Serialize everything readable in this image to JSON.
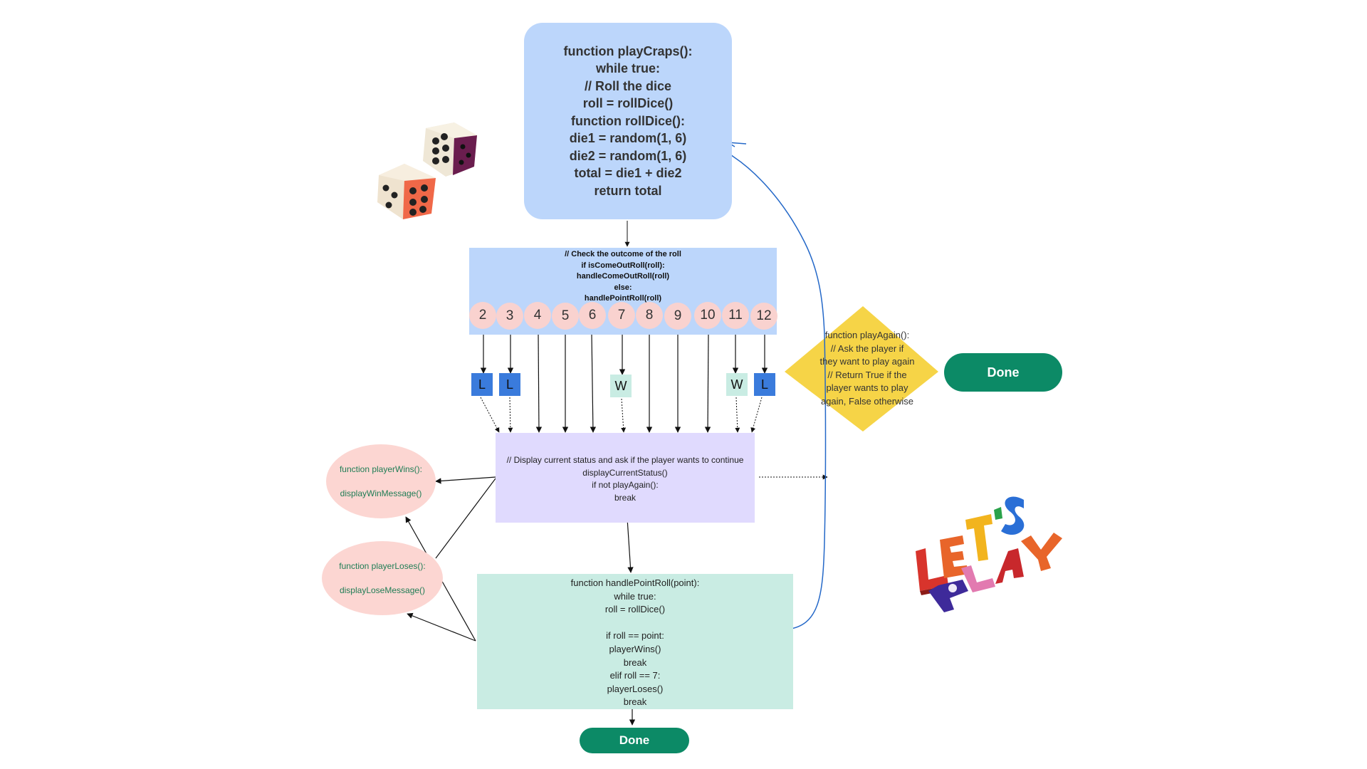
{
  "top_box": {
    "code": "function playCraps():\n    while true:\n        // Roll the dice\n        roll = rollDice()\nfunction rollDice():\n    die1 = random(1, 6)\n    die2 = random(1, 6)\n    total = die1 + die2\n    return total"
  },
  "check_box": {
    "code": "// Check the outcome of the roll\nif isComeOutRoll(roll):\nhandleComeOutRoll(roll)\nelse:\nhandlePointRoll(roll)"
  },
  "roll_numbers": [
    "2",
    "3",
    "4",
    "5",
    "6",
    "7",
    "8",
    "9",
    "10",
    "11",
    "12"
  ],
  "outcome_labels": {
    "roll_2": "L",
    "roll_3": "L",
    "roll_7": "W",
    "roll_11": "W",
    "roll_12": "L"
  },
  "status_box": {
    "code": "// Display current status and ask if the player wants to continue\ndisplayCurrentStatus()\nif not playAgain():\nbreak"
  },
  "point_box": {
    "code": "function handlePointRoll(point):\nwhile true:\nroll = rollDice()\n\nif roll == point:\n    playerWins()\n        break\nelif roll == 7:\n    playerLoses()\n        break"
  },
  "player_wins": {
    "code": "function playerWins():\n\ndisplayWinMessage()"
  },
  "player_loses": {
    "code": "function playerLoses():\n\ndisplayLoseMessage()"
  },
  "play_again": {
    "code": "function playAgain():\n    // Ask the player if\nthey want to play again\n    // Return True if the\nplayer wants to play\nagain, False otherwise"
  },
  "done_right": {
    "label": "Done"
  },
  "done_bottom": {
    "label": "Done"
  },
  "colors": {
    "top_box": "#bcd6fb",
    "status_box": "#e0dafe",
    "point_box": "#c9ece3",
    "number_circle": "#f9d2cf",
    "loss_label": "#3a7bdc",
    "win_label": "#c9ece3",
    "ellipse": "#fcd6d2",
    "diamond": "#f6d447",
    "done": "#0c8a66",
    "loop_arrow": "#2468c8"
  },
  "decorations": {
    "dice_image": "dice-illustration",
    "lets_play_image": "lets-play-3d-letters"
  }
}
